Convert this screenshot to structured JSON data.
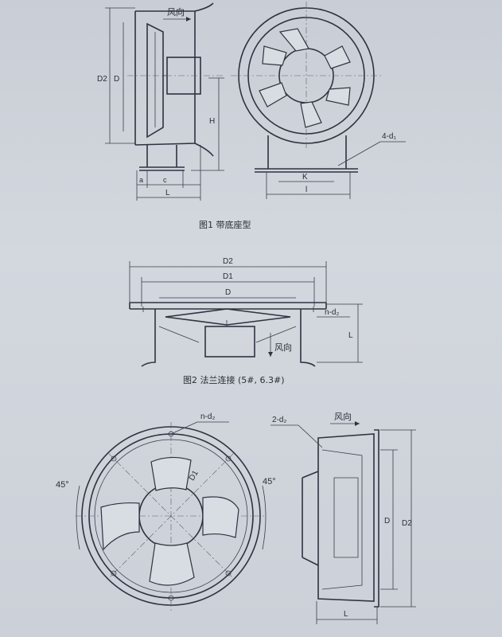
{
  "figure1": {
    "caption": "图1   带底座型",
    "labels": {
      "d2": "D2",
      "d": "D",
      "h": "H",
      "a": "a",
      "c": "c",
      "l": "L",
      "wind": "风向",
      "holes": "4-d₁",
      "k": "K",
      "l_small": "l"
    }
  },
  "figure2": {
    "caption": "图2   法兰连接 (5#, 6.3#)",
    "labels": {
      "d2": "D2",
      "d1": "D1",
      "d": "D",
      "n_d2": "n-d₂",
      "l": "L",
      "wind": "风向"
    }
  },
  "figure3": {
    "labels": {
      "n_d2": "n-d₂",
      "d1": "D1",
      "angle_left": "45°",
      "angle_right": "45°",
      "two_d2": "2-d₂",
      "wind": "风向",
      "d": "D",
      "d2": "D2",
      "l": "L"
    }
  }
}
